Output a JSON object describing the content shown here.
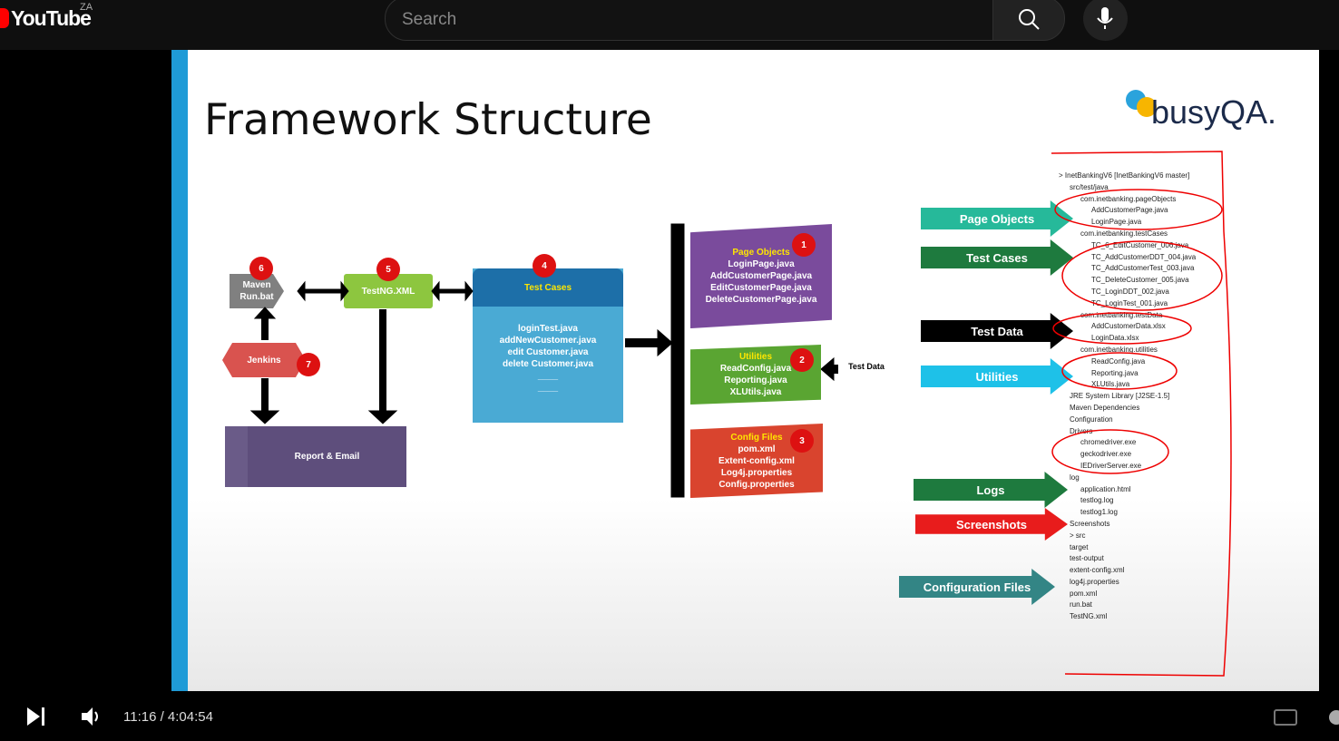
{
  "topbar": {
    "logo_text": "YouTube",
    "country": "ZA",
    "search_placeholder": "Search"
  },
  "slide": {
    "title": "Framework Structure",
    "brand": "busyQA.",
    "left": {
      "maven": "Maven\nRun.bat",
      "testng": "TestNG.XML",
      "jenkins": "Jenkins",
      "report": "Report & Email",
      "testcases_title": "Test Cases",
      "testcases_items": [
        "loginTest.java",
        "addNewCustomer.java",
        "edit Customer.java",
        "delete Customer.java",
        "____",
        "____"
      ],
      "badges": [
        "6",
        "5",
        "4",
        "7"
      ]
    },
    "mid": {
      "pageobjects_title": "Page Objects",
      "pageobjects_items": [
        "LoginPage.java",
        "AddCustomerPage.java",
        "EditCustomerPage.java",
        "DeleteCustomerPage.java"
      ],
      "utilities_title": "Utilities",
      "utilities_items": [
        "ReadConfig.java",
        "Reporting.java",
        "XLUtils.java"
      ],
      "config_title": "Config Files",
      "config_items": [
        "pom.xml",
        "Extent-config.xml",
        "Log4j.properties",
        "Config.properties"
      ],
      "testdata": "Test Data",
      "badges": [
        "1",
        "2",
        "3"
      ]
    },
    "arrows": [
      "Page Objects",
      "Test Cases",
      "Test Data",
      "Utilities",
      "Logs",
      "Screenshots",
      "Configuration Files"
    ],
    "tree": [
      "> InetBankingV6 [InetBankingV6 master]",
      "src/test/java",
      "com.inetbanking.pageObjects",
      "AddCustomerPage.java",
      "LoginPage.java",
      "com.inetbanking.testCases",
      "TC_6_EditCustomer_006.java",
      "TC_AddCustomerDDT_004.java",
      "TC_AddCustomerTest_003.java",
      "TC_DeleteCustomer_005.java",
      "TC_LoginDDT_002.java",
      "TC_LoginTest_001.java",
      "com.inetbanking.testData",
      "AddCustomerData.xlsx",
      "LoginData.xlsx",
      "com.inetbanking.utilities",
      "ReadConfig.java",
      "Reporting.java",
      "XLUtils.java",
      "JRE System Library [J2SE-1.5]",
      "Maven Dependencies",
      "Configuration",
      "Drivers",
      "chromedriver.exe",
      "geckodriver.exe",
      "IEDriverServer.exe",
      "log",
      "application.html",
      "testlog.log",
      "testlog1.log",
      "Screenshots",
      "> src",
      "target",
      "test-output",
      "extent-config.xml",
      "log4j.properties",
      "pom.xml",
      "run.bat",
      "TestNG.xml"
    ]
  },
  "player": {
    "current_time": "11:16",
    "duration": "4:04:54",
    "time_display": "11:16 / 4:04:54"
  }
}
